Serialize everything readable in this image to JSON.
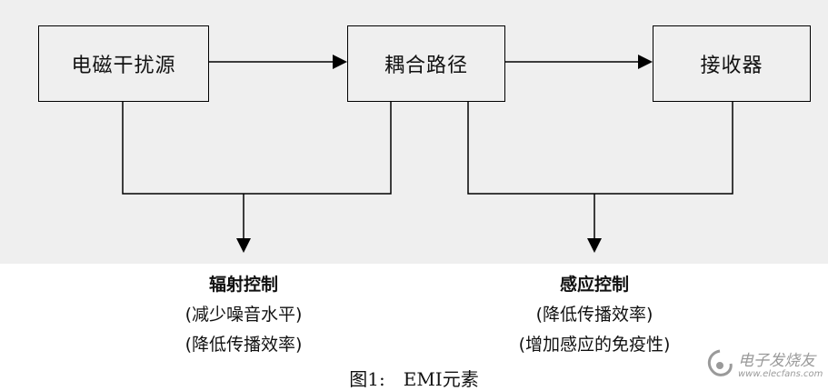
{
  "nodes": {
    "source": "电磁干扰源",
    "coupling": "耦合路径",
    "receiver": "接收器"
  },
  "left_group": {
    "title": "辐射控制",
    "items": [
      "(减少噪音水平)",
      "(降低传播效率)"
    ]
  },
  "right_group": {
    "title": "感应控制",
    "items": [
      "(降低传播效率)",
      "(增加感应的免疫性)"
    ]
  },
  "caption": "图1:　EMI元素",
  "watermark": {
    "name": "电子发烧友",
    "url": "www.elecfans.com"
  }
}
